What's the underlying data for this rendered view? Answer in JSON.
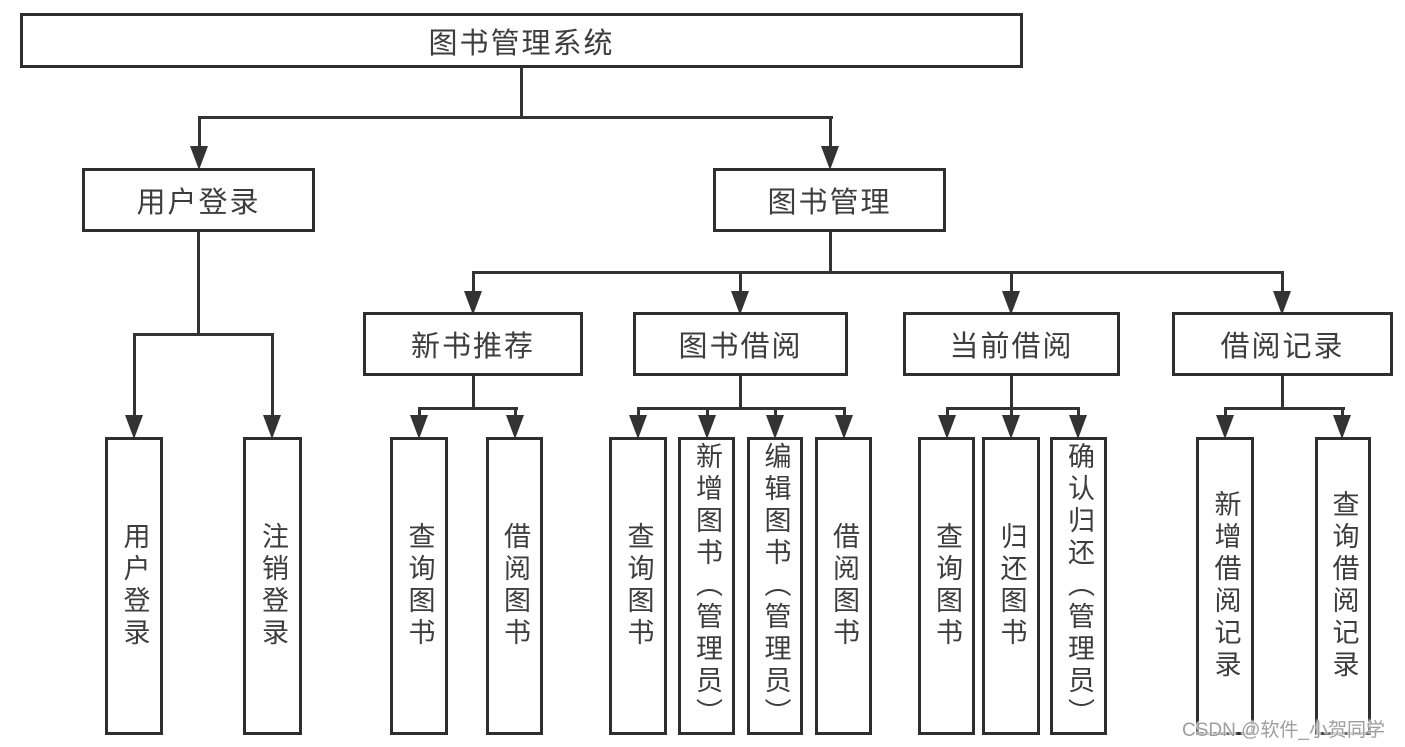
{
  "tree": {
    "label": "图书管理系统",
    "children": [
      {
        "label": "用户登录",
        "children": [
          {
            "label": "用户登录"
          },
          {
            "label": "注销登录"
          }
        ]
      },
      {
        "label": "图书管理",
        "children": [
          {
            "label": "新书推荐",
            "children": [
              {
                "label": "查询图书"
              },
              {
                "label": "借阅图书"
              }
            ]
          },
          {
            "label": "图书借阅",
            "children": [
              {
                "label": "查询图书"
              },
              {
                "label": "新增图书（管理员）"
              },
              {
                "label": "编辑图书（管理员）"
              },
              {
                "label": "借阅图书"
              }
            ]
          },
          {
            "label": "当前借阅",
            "children": [
              {
                "label": "查询图书"
              },
              {
                "label": "归还图书"
              },
              {
                "label": "确认归还（管理员）"
              }
            ]
          },
          {
            "label": "借阅记录",
            "children": [
              {
                "label": "新增借阅记录"
              },
              {
                "label": "查询借阅记录"
              }
            ]
          }
        ]
      }
    ]
  },
  "watermark": {
    "text": "CSDN @软件_小贺同学"
  },
  "colors": {
    "line": "#333333",
    "border": "#2e2e2e",
    "text": "#3d3d3d",
    "watermark": "#9e9e9e"
  }
}
